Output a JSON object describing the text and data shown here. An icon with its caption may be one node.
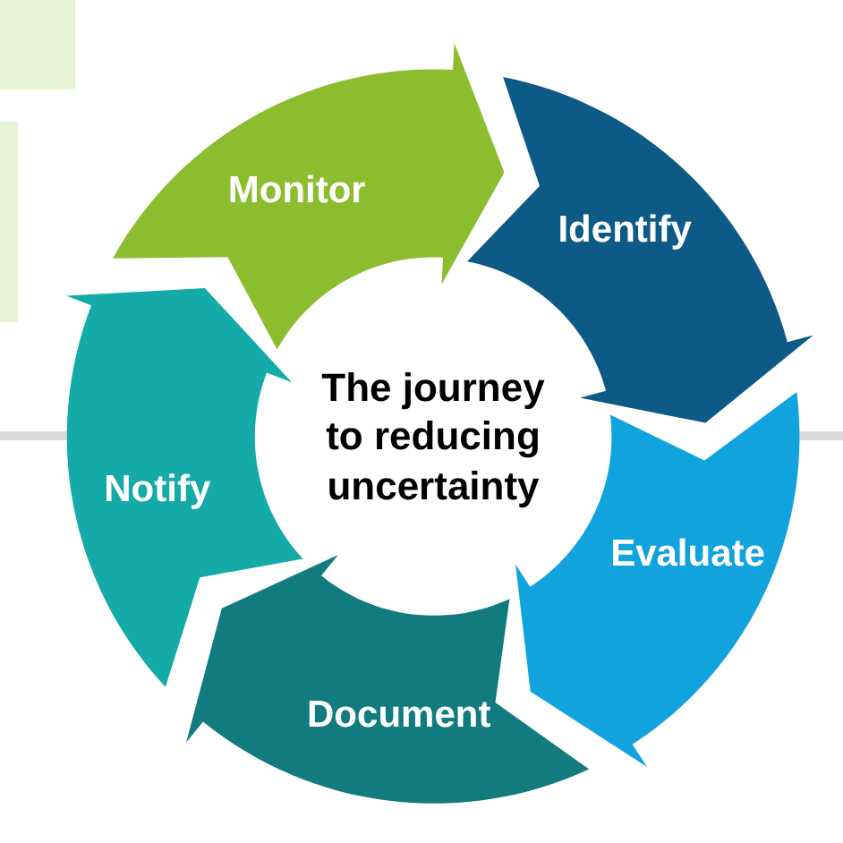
{
  "diagram": {
    "nodes": [
      {
        "text": [
          "The journey to reducing uncertainty"
        ]
      },
      {
        "text": [
          "Monitor"
        ]
      },
      {
        "text": [
          "Identify"
        ]
      },
      {
        "text": [
          "Evaluate"
        ]
      },
      {
        "text": [
          "Document"
        ]
      },
      {
        "text": [
          "Notify"
        ]
      }
    ]
  }
}
